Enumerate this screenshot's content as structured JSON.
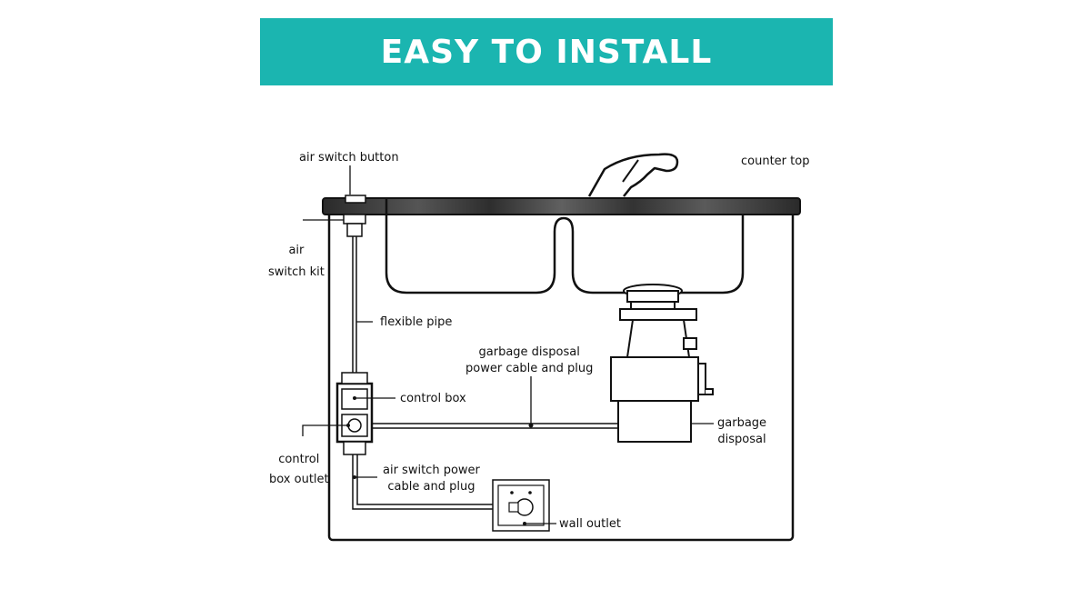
{
  "banner": {
    "title": "EASY TO INSTALL",
    "color": "#1bb5b0"
  },
  "labels": {
    "air_switch_button": "air switch button",
    "counter_top": "counter top",
    "air_switch_kit": [
      "air",
      "switch kit"
    ],
    "flexible_pipe": "flexible pipe",
    "garbage_disposal_cable": [
      "garbage disposal",
      "power cable and plug"
    ],
    "control_box": "control box",
    "garbage_disposal": [
      "garbage",
      "disposal"
    ],
    "control_box_outlet": [
      "control",
      "box outlet"
    ],
    "air_switch_power_cable": [
      "air switch power",
      "cable and plug"
    ],
    "wall_outlet": "wall outlet"
  },
  "colors": {
    "countertop": "#3a3a3a",
    "line": "#111111"
  }
}
